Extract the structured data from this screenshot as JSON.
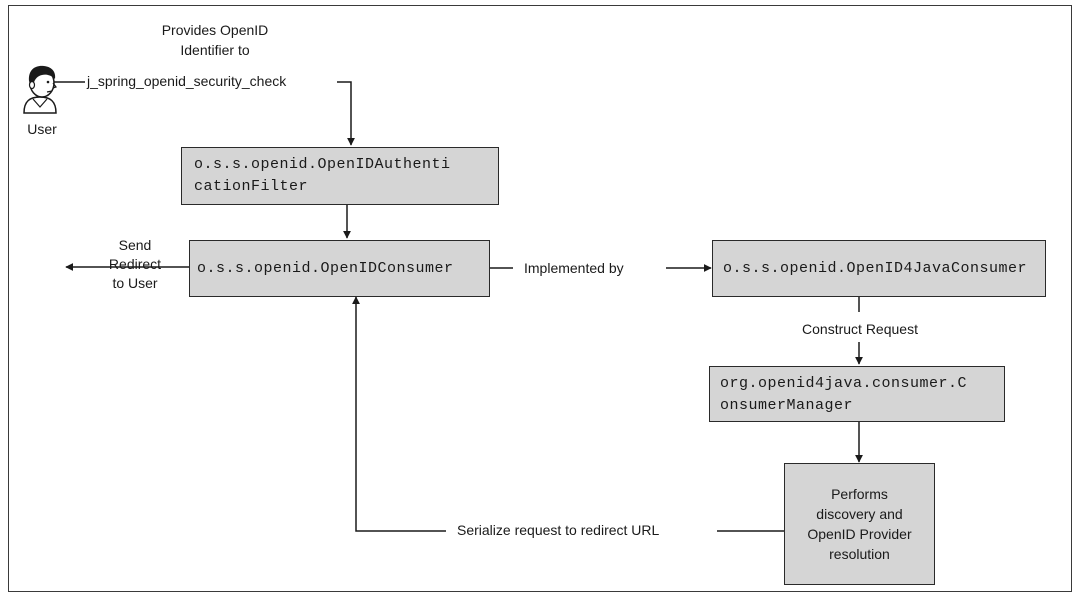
{
  "labels": {
    "provides_openid": "Provides OpenID\nIdentifier to",
    "security_check": "j_spring_openid_security_check",
    "user": "User",
    "send_redirect": "Send\nRedirect\nto User",
    "implemented_by": "Implemented by",
    "construct_request": "Construct Request",
    "serialize_request": "Serialize request to redirect URL"
  },
  "boxes": {
    "authentication_filter": "o.s.s.openid.OpenIDAuthenti\ncationFilter",
    "openid_consumer": "o.s.s.openid.OpenIDConsumer",
    "openid4java_consumer": "o.s.s.openid.OpenID4JavaConsumer",
    "consumer_manager": "org.openid4java.consumer.C\nonsumerManager",
    "discovery": "Performs\ndiscovery and\nOpenID Provider\nresolution"
  },
  "icons": {
    "user": "user-icon"
  },
  "colors": {
    "box_fill": "#d5d5d5",
    "stroke": "#2a2a2a"
  }
}
